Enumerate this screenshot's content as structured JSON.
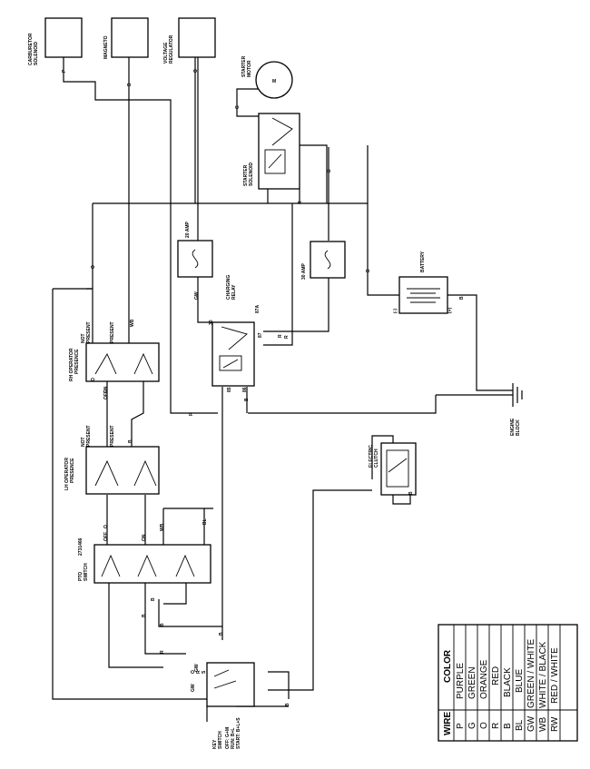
{
  "components": {
    "carburetor_solenoid": [
      "CARBURETOR",
      "SOLENOID"
    ],
    "magneto": "MAGNETO",
    "voltage_regulator": [
      "VOLTAGE",
      "REGULATOR"
    ],
    "starter_motor": [
      "STARTER",
      "MOTOR"
    ],
    "starter_motor_symbol": "M",
    "starter_solenoid": [
      "STARTER",
      "SOLENOID"
    ],
    "fuse_left": "20 AMP",
    "fuse_right": "30 AMP",
    "charging_relay": [
      "CHARGING",
      "RELAY"
    ],
    "battery": "BATTERY",
    "battery_neg": "(-)",
    "battery_pos": "(+)",
    "engine_block": [
      "ENGINE",
      "BLOCK"
    ],
    "electric_clutch": [
      "ELECTRIC",
      "CLUTCH"
    ],
    "rh_operator": [
      "RH OPERATOR",
      "PRESENCE"
    ],
    "lh_operator": [
      "LH OPERATOR",
      "PRESENCE"
    ],
    "not_present": [
      "NOT",
      "PRESENT"
    ],
    "present": "PRESENT",
    "pto_switch": [
      "PTO",
      "SWITCH"
    ],
    "pto_part": "2731466",
    "off": "OFF",
    "on": "ON",
    "key_switch": [
      "KEY",
      "SWITCH",
      "OFF: G+M",
      "RUN: B+L",
      "START: B+L+S"
    ],
    "key_positions": [
      "O",
      "R",
      "S"
    ],
    "key_gw": "GW",
    "relay_pins": [
      "87",
      "87A",
      "30",
      "85",
      "86"
    ]
  },
  "wire_labels": [
    "P",
    "B",
    "O",
    "WB",
    "B",
    "GW",
    "BL",
    "R",
    "B",
    "O",
    "G",
    "O",
    "GW",
    "WB",
    "R",
    "B",
    "O",
    "B",
    "B",
    "R",
    "R",
    "R",
    "B",
    "B",
    "B",
    "B",
    "B",
    "B"
  ],
  "legend": {
    "header": [
      "WIRE",
      "COLOR"
    ],
    "rows": [
      [
        "P",
        "PURPLE"
      ],
      [
        "G",
        "GREEN"
      ],
      [
        "O",
        "ORANGE"
      ],
      [
        "R",
        "RED"
      ],
      [
        "B",
        "BLACK"
      ],
      [
        "BL",
        "BLUE"
      ],
      [
        "GW",
        "GREEN / WHITE"
      ],
      [
        "WB",
        "WHITE / BLACK"
      ],
      [
        "RW",
        "RED / WHITE"
      ]
    ]
  }
}
